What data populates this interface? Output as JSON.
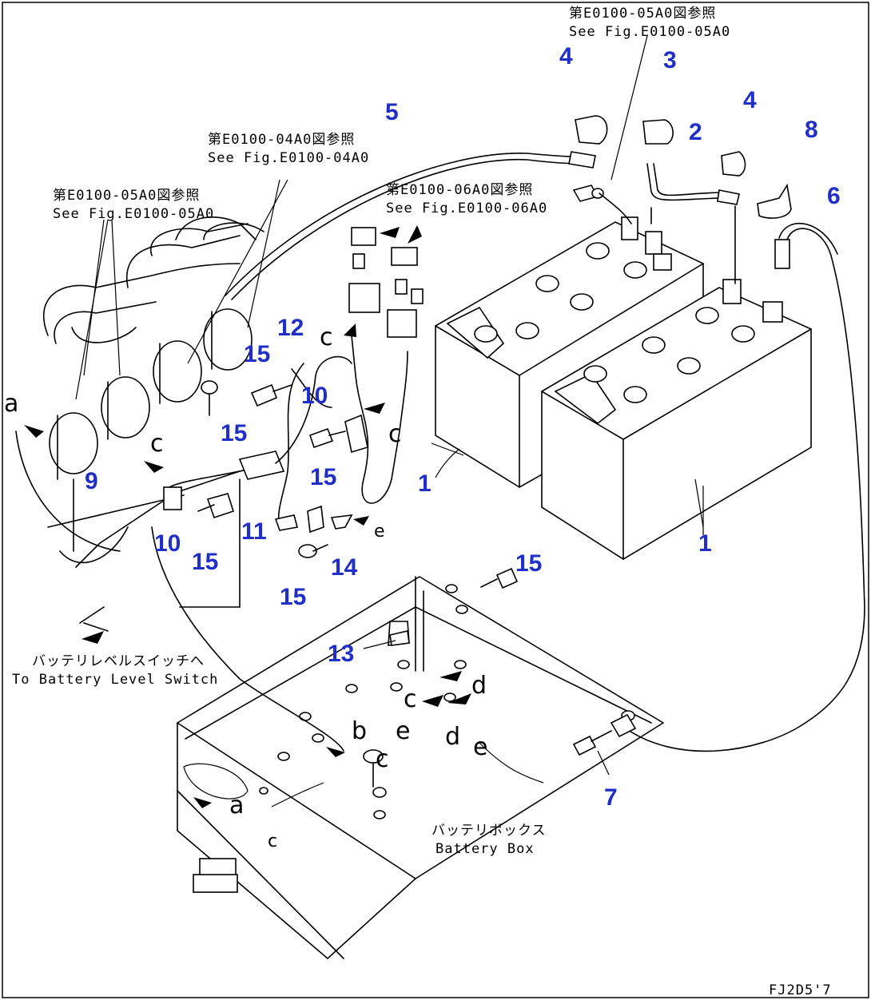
{
  "drawing_code": "FJ2D5'7",
  "notes": {
    "fig_05a0_top": {
      "jp": "第E0100-05A0図参照",
      "en": "See Fig.E0100-05A0"
    },
    "fig_04a0": {
      "jp": "第E0100-04A0図参照",
      "en": "See Fig.E0100-04A0"
    },
    "fig_05a0_left": {
      "jp": "第E0100-05A0図参照",
      "en": "See Fig.E0100-05A0"
    },
    "fig_06a0": {
      "jp": "第E0100-06A0図参照",
      "en": "See Fig.E0100-06A0"
    },
    "battery_level_switch": {
      "jp": "バッテリレベルスイッチへ",
      "en": "To Battery Level Switch"
    },
    "battery_box": {
      "jp": "バッテリボックス",
      "en": "Battery Box"
    }
  },
  "callouts": [
    {
      "id": "c1a",
      "label": "1"
    },
    {
      "id": "c1b",
      "label": "1"
    },
    {
      "id": "c2",
      "label": "2"
    },
    {
      "id": "c3",
      "label": "3"
    },
    {
      "id": "c4a",
      "label": "4"
    },
    {
      "id": "c4b",
      "label": "4"
    },
    {
      "id": "c5",
      "label": "5"
    },
    {
      "id": "c6",
      "label": "6"
    },
    {
      "id": "c7",
      "label": "7"
    },
    {
      "id": "c8",
      "label": "8"
    },
    {
      "id": "c9",
      "label": "9"
    },
    {
      "id": "c10a",
      "label": "10"
    },
    {
      "id": "c10b",
      "label": "10"
    },
    {
      "id": "c11",
      "label": "11"
    },
    {
      "id": "c12",
      "label": "12"
    },
    {
      "id": "c13",
      "label": "13"
    },
    {
      "id": "c14",
      "label": "14"
    },
    {
      "id": "c15a",
      "label": "15"
    },
    {
      "id": "c15b",
      "label": "15"
    },
    {
      "id": "c15c",
      "label": "15"
    },
    {
      "id": "c15d",
      "label": "15"
    },
    {
      "id": "c15e",
      "label": "15"
    },
    {
      "id": "c15f",
      "label": "15"
    }
  ],
  "connection_refs": {
    "a": "a",
    "b": "b",
    "c": "c",
    "d": "d",
    "e": "e"
  }
}
